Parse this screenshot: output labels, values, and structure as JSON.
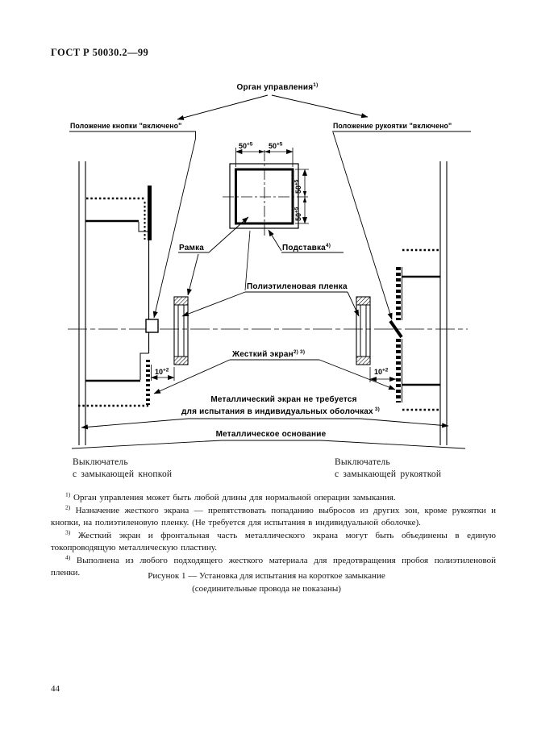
{
  "page": {
    "standard_code": "ГОСТ Р 50030.2—99",
    "page_number": "44"
  },
  "figure": {
    "labels": {
      "control_organ": "Орган управления",
      "control_organ_note": "1)",
      "button_position": "Положение кнопки \"включено\"",
      "handle_position": "Положение рукоятки \"включено\"",
      "frame": "Рамка",
      "stand": "Подставка",
      "stand_note": "4)",
      "film": "Полиэтиленовая пленка",
      "rigid_screen": "Жесткий экран",
      "rigid_screen_note": "2) 3)",
      "metal_screen_line1": "Металлический экран не требуется",
      "metal_screen_line2": "для испытания в индивидуальных оболочках",
      "metal_screen_note": "3)",
      "metal_base": "Металлическое основание"
    },
    "dimensions": {
      "top_left": "50",
      "top_left_tol": "+5",
      "top_right": "50",
      "top_right_tol": "+5",
      "side_upper": "50",
      "side_upper_tol": "+5",
      "side_lower": "50",
      "side_lower_tol": "+5",
      "gap_left": "10",
      "gap_left_tol": "+2",
      "gap_right": "10",
      "gap_right_tol": "+2"
    },
    "switch_left": {
      "line1": "Выключатель",
      "line2": "с замыкающей кнопкой"
    },
    "switch_right": {
      "line1": "Выключатель",
      "line2": "с замыкающей рукояткой"
    }
  },
  "footnotes": [
    {
      "marker": "1)",
      "text": " Орган управления может быть любой длины для нормальной операции замыкания."
    },
    {
      "marker": "2)",
      "text": " Назначение жесткого экрана — препятствовать попаданию выбросов из других зон, кроме рукоятки и кнопки, на полиэтиленовую пленку. (Не требуется для испытания в индивидуальной оболочке)."
    },
    {
      "marker": "3)",
      "text": " Жесткий экран и фронтальная часть металлического экрана могут быть объединены в единую токопроводящую металлическую пластину."
    },
    {
      "marker": "4)",
      "text": " Выполнена из любого подходящего жесткого материала для предотвращения пробоя полиэтиленовой пленки."
    }
  ],
  "caption": {
    "line1": "Рисунок 1 — Установка для испытания на короткое замыкание",
    "line2": "(соединительные провода не показаны)"
  }
}
